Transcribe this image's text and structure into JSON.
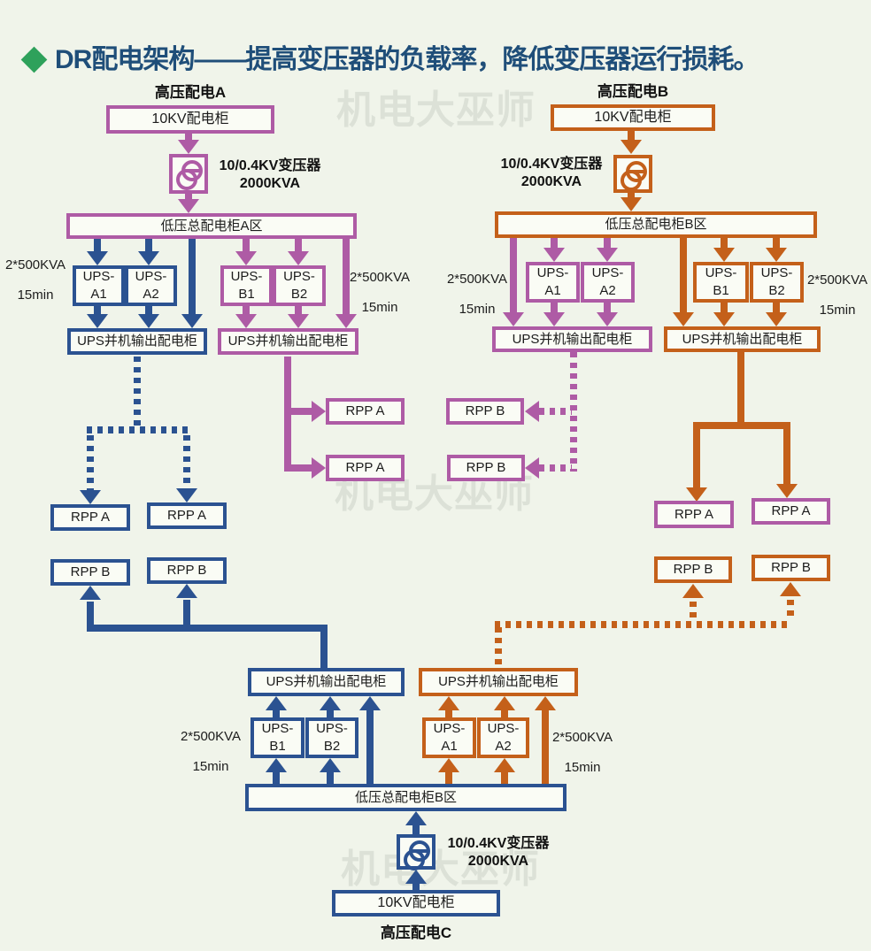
{
  "title": {
    "text": "DR配电架构——提高变压器的负载率，降低变压器运行损耗。"
  },
  "watermark": "机电大巫师",
  "sections": {
    "a": "高压配电A",
    "b": "高压配电B",
    "c": "高压配电C"
  },
  "boxes": {
    "kv_cabinet": "10KV配电柜",
    "transformer_label": "10/0.4KV变压器\n2000KVA",
    "bus_a": "低压总配电柜A区",
    "bus_b": "低压总配电柜B区",
    "bus_c": "低压总配电柜B区",
    "ups_output": "UPS并机输出配电柜",
    "ups_a1": "UPS-\nA1",
    "ups_a2": "UPS-\nA2",
    "ups_b1": "UPS-\nB1",
    "ups_b2": "UPS-\nB2",
    "rpp_a": "RPP A",
    "rpp_b": "RPP B"
  },
  "capacity": "2*500KVA\n15min",
  "colors": {
    "magenta": "#AE5BA5",
    "orange": "#C4601A",
    "blue": "#2B5291",
    "title_blue": "#1F4E79",
    "bullet_green": "#2EA15B",
    "background": "#F0F4EA"
  }
}
